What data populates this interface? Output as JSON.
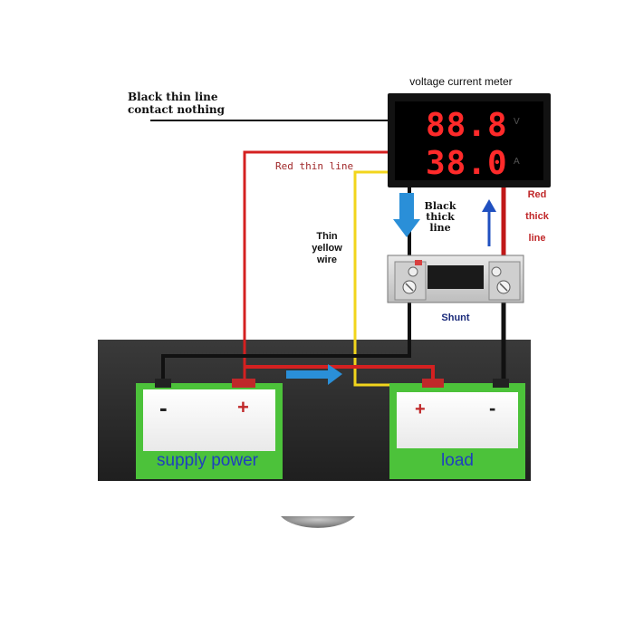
{
  "labels": {
    "meter_title": "voltage  current meter",
    "black_thin_line_1": "Black thin line",
    "black_thin_line_2": "contact nothing",
    "red_thin_line": "Red thin line",
    "thin_yellow_1": "Thin",
    "thin_yellow_2": "yellow",
    "thin_yellow_3": "wire",
    "black_thick_1": "Black",
    "black_thick_2": "thick",
    "black_thick_3": "line",
    "red_thick_1": "Red",
    "red_thick_2": "thick",
    "red_thick_3": "line",
    "shunt": "Shunt"
  },
  "meter": {
    "voltage_reading": "88.8",
    "current_reading": "38.0",
    "voltage_unit": "V",
    "current_unit": "A"
  },
  "supply": {
    "label": "supply power",
    "minus": "-",
    "plus": "+"
  },
  "load": {
    "label": "load",
    "plus": "+",
    "minus": "-"
  },
  "colors": {
    "battery_green": "#4cc23a",
    "wire_red": "#d42020",
    "wire_yellow": "#f2d51c",
    "wire_black": "#111111",
    "arrow_blue": "#2a8fd8",
    "segment_red": "#ff2a2a",
    "label_red": "#c0282a",
    "base_dark": "#2b2b2b"
  }
}
